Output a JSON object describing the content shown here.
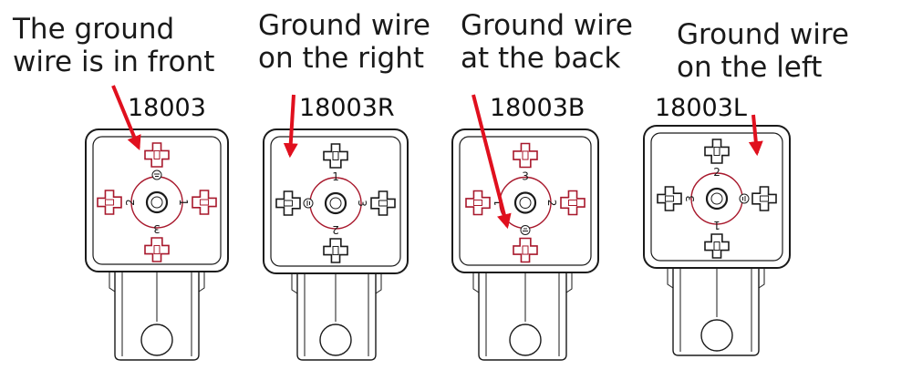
{
  "connectors": [
    {
      "caption_lines": [
        "The ground",
        "wire is in front"
      ],
      "code": "18003",
      "pin_color": "#a8182c",
      "labels": {
        "top": "",
        "left": "2",
        "right": "1",
        "bottom": "3"
      }
    },
    {
      "caption_lines": [
        "Ground wire",
        "on the right"
      ],
      "code": "18003R",
      "pin_color": "#1a1a1a",
      "labels": {
        "top": "1",
        "left": "",
        "right": "3",
        "bottom": "2"
      }
    },
    {
      "caption_lines": [
        "Ground wire",
        "at the back"
      ],
      "code": "18003B",
      "pin_color": "#a8182c",
      "labels": {
        "top": "3",
        "left": "1",
        "right": "2",
        "bottom": ""
      }
    },
    {
      "caption_lines": [
        "Ground wire",
        "on the left"
      ],
      "code": "18003L",
      "pin_color": "#1a1a1a",
      "labels": {
        "top": "2",
        "left": "3",
        "right": "",
        "bottom": "1"
      }
    }
  ],
  "colors": {
    "arrow": "#e0101e",
    "outline": "#1a1a1a",
    "circle": "#a8182c"
  }
}
